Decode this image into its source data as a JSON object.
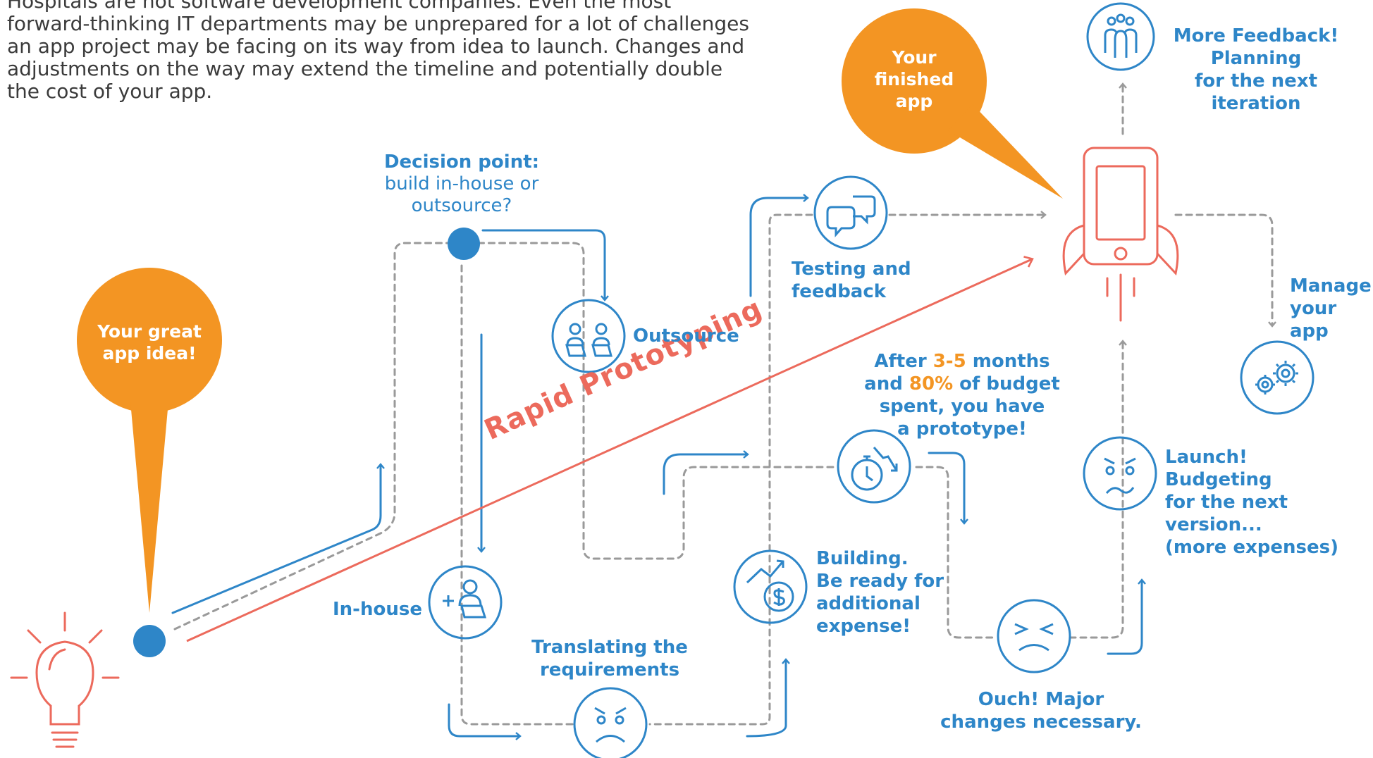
{
  "intro": {
    "lines": [
      "Hospitals are not software development companies.  Even the most",
      "forward-thinking IT departments may be unprepared for a lot of challenges",
      "an app project may be facing on its way from idea to launch. Changes and",
      "adjustments on the way may extend the timeline and potentially double",
      "the cost of your app."
    ]
  },
  "bubbles": {
    "idea": [
      "Your great",
      "app idea!"
    ],
    "finished": [
      "Your",
      "finished",
      "app"
    ]
  },
  "decision": {
    "title": "Decision point:",
    "lines": [
      "build in-house or",
      "outsource?"
    ]
  },
  "labels": {
    "outsource": "Outsource",
    "inhouse": "In-house",
    "translating": [
      "Translating the",
      "requirements"
    ],
    "building": [
      "Building.",
      "Be ready for",
      "additional",
      "expense!"
    ],
    "testing": [
      "Testing and",
      "feedback"
    ],
    "prototype": {
      "l1_pre": "After ",
      "l1_hl": "3-5",
      "l1_post": " months",
      "l2_pre": "and ",
      "l2_hl": "80%",
      "l2_post": " of budget",
      "l3": "spent, you have",
      "l4": "a prototype!"
    },
    "ouch": [
      "Ouch! Major",
      "changes necessary."
    ],
    "launch": [
      "Launch!",
      "Budgeting",
      "for the next",
      "version...",
      "(more expenses)"
    ],
    "more_feedback": [
      "More Feedback!",
      "Planning",
      "for the next",
      "iteration"
    ],
    "manage": [
      "Manage",
      "your",
      "app"
    ],
    "rapid": "Rapid Prototyping"
  },
  "colors": {
    "blue": "#2e86c8",
    "orange": "#f39523",
    "coral": "#ec6a5c",
    "gray_dash": "#9a9a9a",
    "text": "#3b3b3b"
  },
  "icons": [
    "lightbulb-icon",
    "people-laptop-icon",
    "person-add-laptop-icon",
    "annoyed-face-icon",
    "dollar-growth-icon",
    "chat-bubbles-icon",
    "stopwatch-icon",
    "frowning-face-icon",
    "worried-face-icon",
    "team-icon",
    "gears-icon",
    "rocket-phone-icon"
  ]
}
